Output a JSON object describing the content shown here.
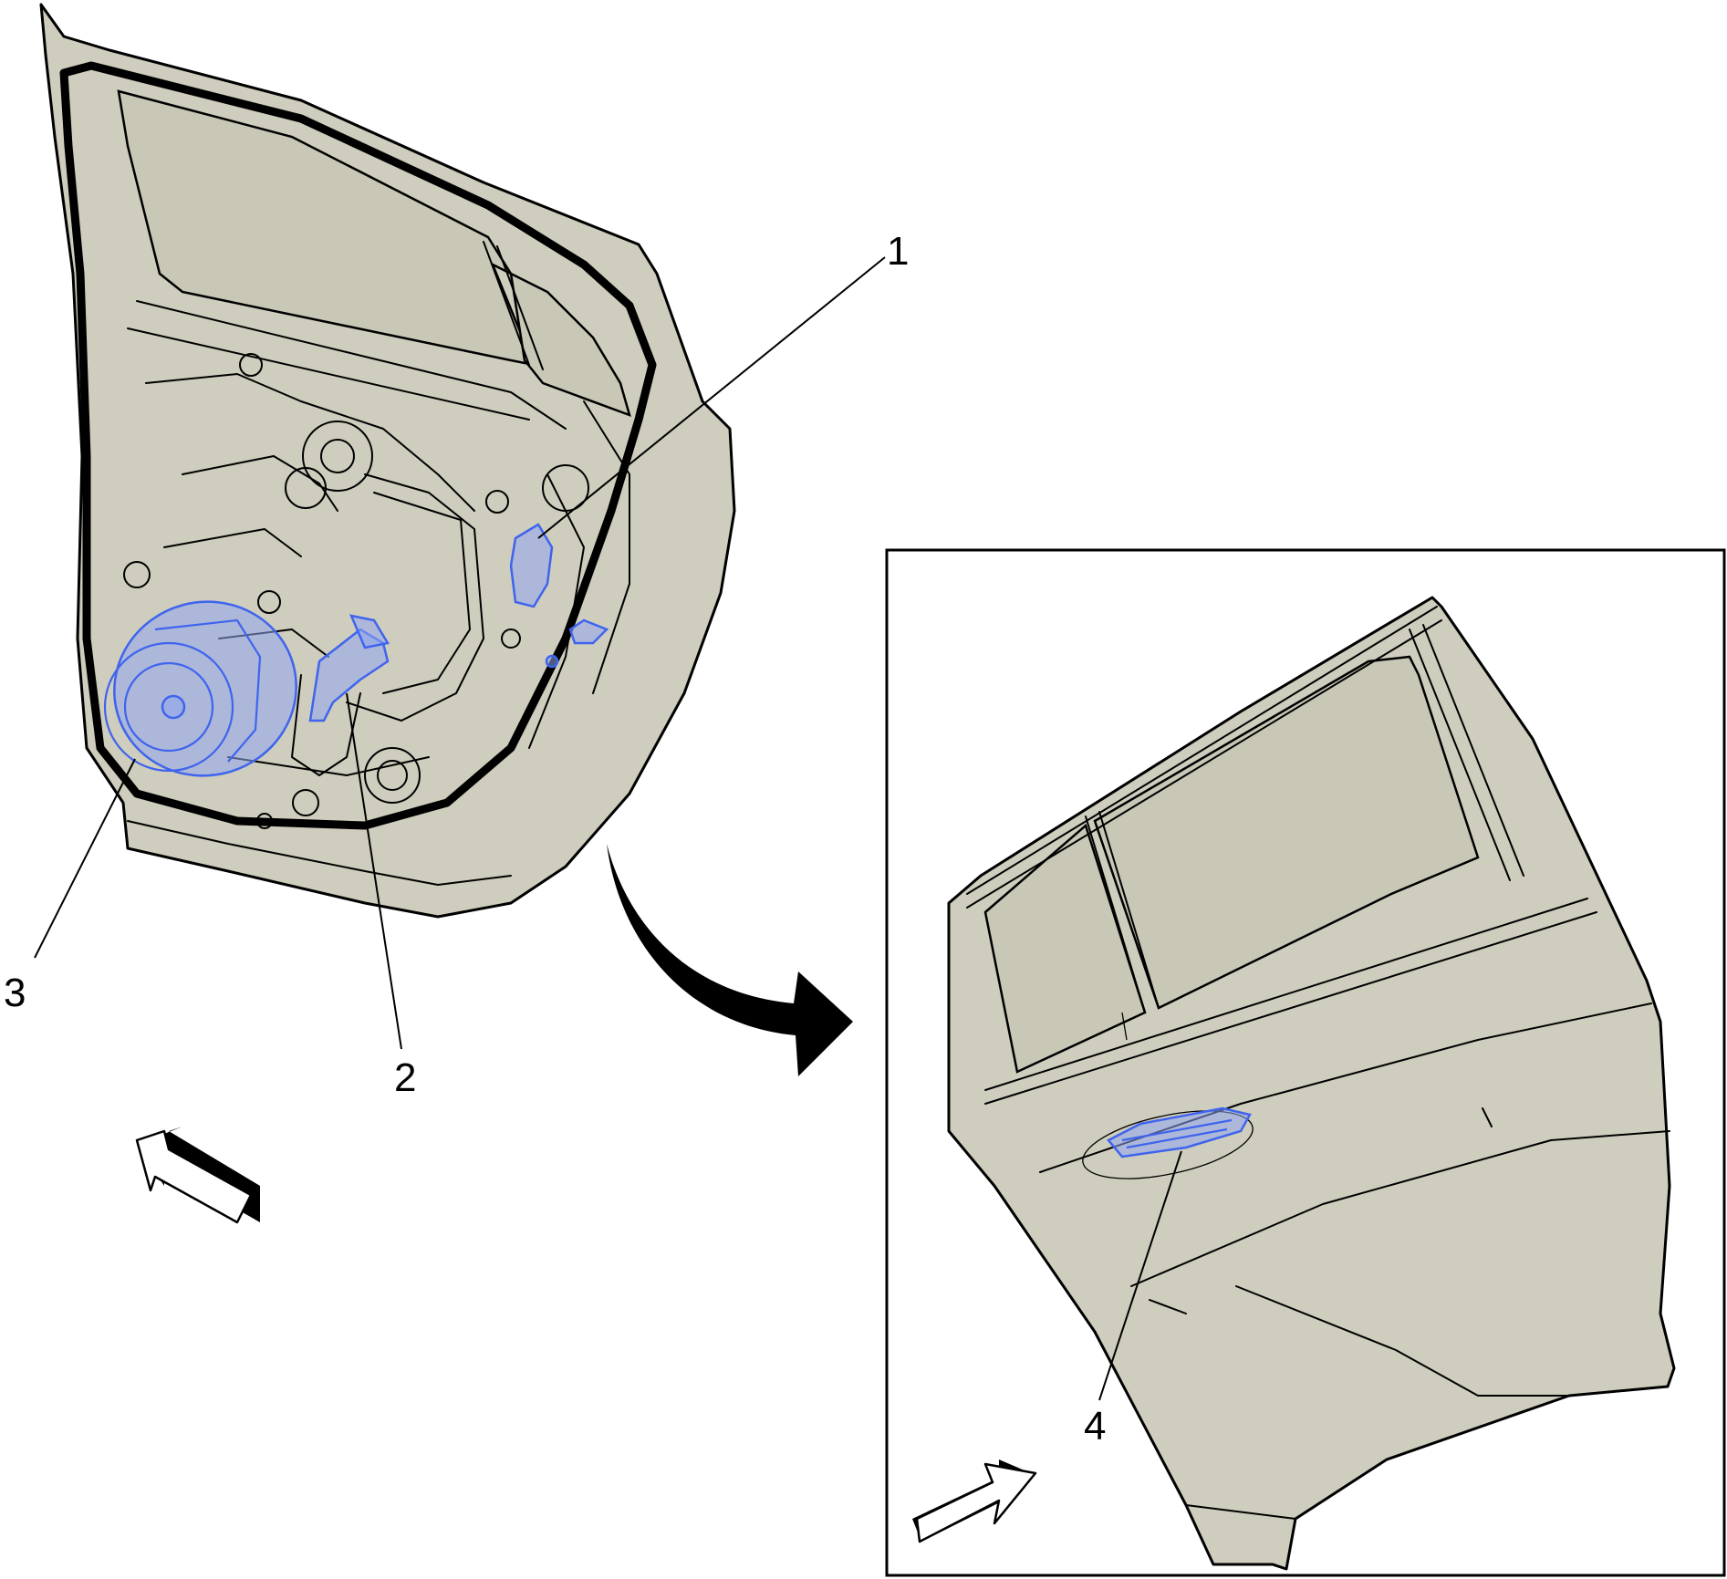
{
  "callouts": [
    {
      "id": "1",
      "label": "1"
    },
    {
      "id": "2",
      "label": "2"
    },
    {
      "id": "3",
      "label": "3"
    },
    {
      "id": "4",
      "label": "4"
    }
  ],
  "colors": {
    "panel_fill": "#cfcdbd",
    "glass_fill": "#c9c7b6",
    "highlight_fill": "#8fa6f0",
    "highlight_stroke": "#3f64ee",
    "outline": "#000000"
  },
  "icons": [
    "view-direction-arrow-icon",
    "transition-arrow-icon"
  ]
}
